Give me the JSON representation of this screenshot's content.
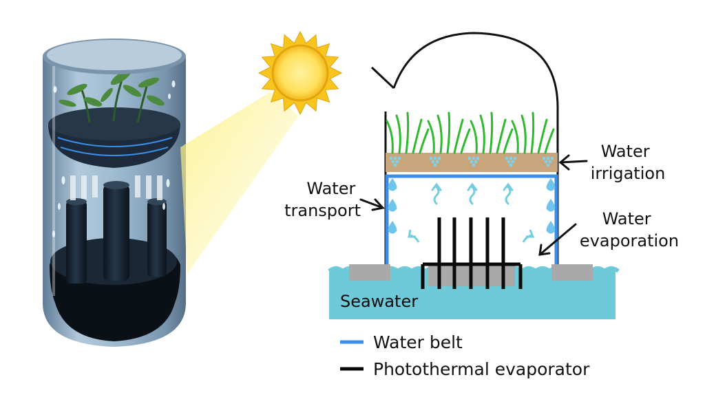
{
  "labels": {
    "water_transport": [
      "Water",
      "transport"
    ],
    "water_irrigation": [
      "Water",
      "irrigation"
    ],
    "water_evaporation": [
      "Water",
      "evaporation"
    ],
    "seawater": "Seawater"
  },
  "legend": [
    {
      "label": "Water belt",
      "color": "#3b8ee6"
    },
    {
      "label": "Photothermal evaporator",
      "color": "#0a0a0a"
    }
  ],
  "colors": {
    "seawater": "#6ec9d8",
    "soil": "#c8a57a",
    "grass": "#2fb92f",
    "water_belt": "#3b8ee6",
    "evaporator": "#0a0a0a",
    "vapor_arrow": "#76cde0",
    "droplet": "#6fc4ec",
    "float_block": "#a9a9a9",
    "sun": "#f7c51e"
  },
  "icons": [
    "sun-icon",
    "cylinder-device-render",
    "grass-icon",
    "droplet-icon",
    "vapor-arrow-icon"
  ]
}
